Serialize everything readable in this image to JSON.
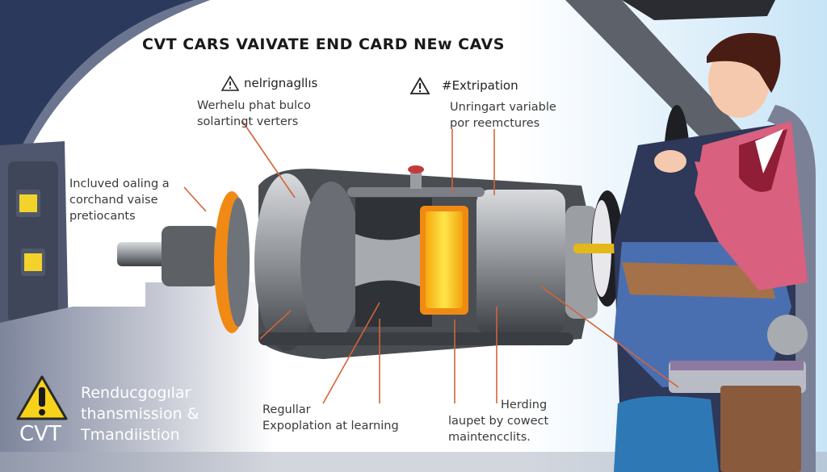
{
  "title": "CVT CARS VAIVATE END CARD NEw CAVS",
  "callouts": {
    "top_left": {
      "heading": "nelrignagllıs",
      "icon": "warning-outline-icon",
      "lines": [
        "Werhelu phat bulco",
        "solartingt verters"
      ]
    },
    "top_right": {
      "heading": "#Extripation",
      "icon": "warning-outline-icon",
      "lines": [
        "Unringart variable",
        "por reemctures"
      ]
    },
    "left": {
      "lines": [
        "Incluved oaling a",
        "corchand vaise",
        "pretiocants"
      ]
    },
    "bottom_center": {
      "lines": [
        "Regullar",
        "Expoplation at learning"
      ]
    },
    "bottom_right": {
      "heading": "Herding",
      "lines": [
        "laupet by cowect",
        "maintencclits."
      ]
    }
  },
  "warning_panel": {
    "icon": "warning-triangle-icon",
    "badge": "CVT",
    "lines": [
      "Renducgogılar",
      "thansmission &",
      "Tmandiistion"
    ]
  },
  "colors": {
    "leader_line": "#d2643a",
    "car_interior_dark": "#2b3a5c",
    "car_interior_mid": "#6c7590",
    "warning_yellow": "#f6d21b",
    "shirt_pink": "#d9607f",
    "jeans_blue": "#4a6fb0",
    "belt_yellow": "#f7c21a",
    "disc_orange": "#f08a14"
  }
}
